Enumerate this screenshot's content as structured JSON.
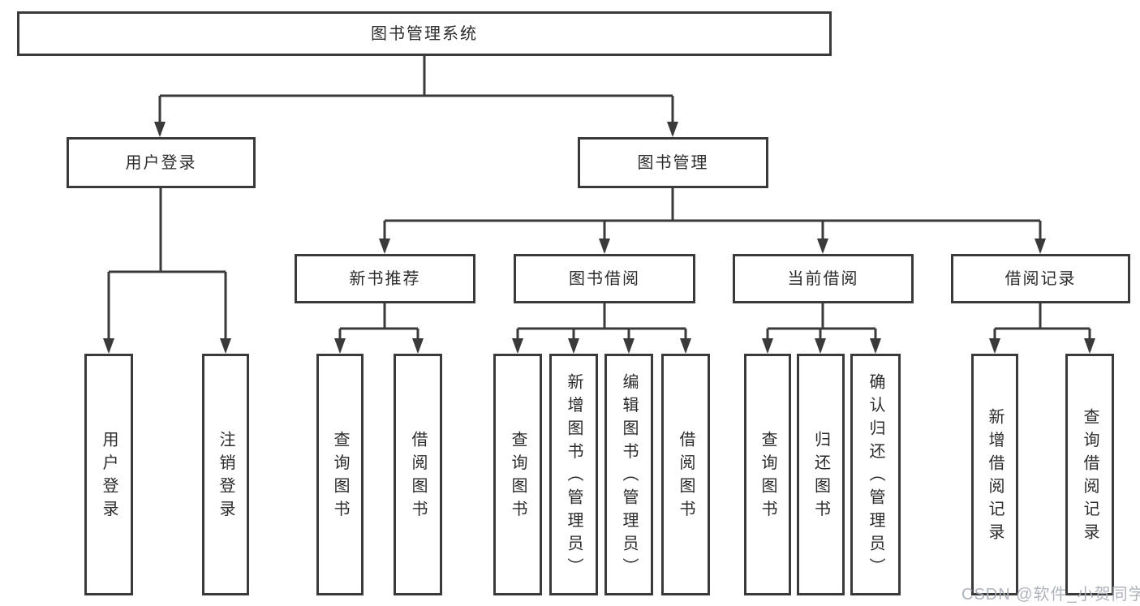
{
  "diagram_title": "图书管理系统",
  "watermark": "CSDN @软件_小贺同学",
  "colors": {
    "background": "#ffffff",
    "line": "#3a3a3a",
    "text": "#2b2b2b",
    "watermark": "#abafb8"
  },
  "tree": {
    "label": "图书管理系统",
    "children": [
      {
        "label": "用户登录",
        "children": [
          {
            "label": "用户登录"
          },
          {
            "label": "注销登录"
          }
        ]
      },
      {
        "label": "图书管理",
        "children": [
          {
            "label": "新书推荐",
            "children": [
              {
                "label": "查询图书"
              },
              {
                "label": "借阅图书"
              }
            ]
          },
          {
            "label": "图书借阅",
            "children": [
              {
                "label": "查询图书"
              },
              {
                "label": "新增图书（管理员）"
              },
              {
                "label": "编辑图书（管理员）"
              },
              {
                "label": "借阅图书"
              }
            ]
          },
          {
            "label": "当前借阅",
            "children": [
              {
                "label": "查询图书"
              },
              {
                "label": "归还图书"
              },
              {
                "label": "确认归还（管理员）"
              }
            ]
          },
          {
            "label": "借阅记录",
            "children": [
              {
                "label": "新增借阅记录"
              },
              {
                "label": "查询借阅记录"
              }
            ]
          }
        ]
      }
    ]
  }
}
